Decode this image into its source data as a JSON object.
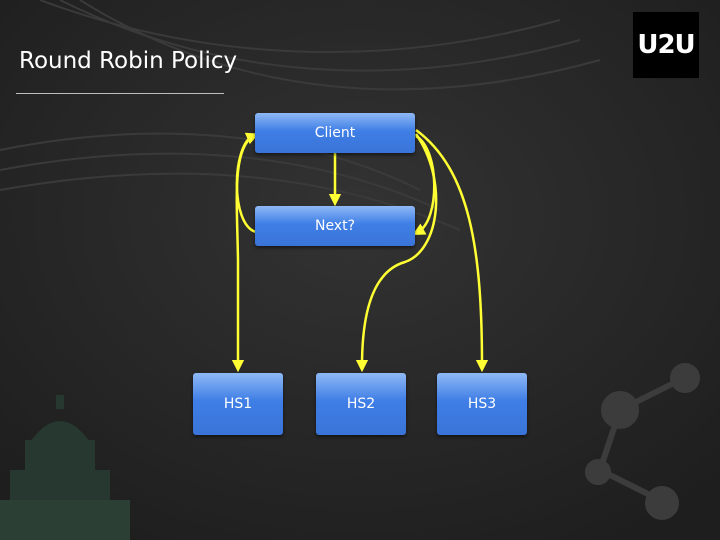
{
  "slide": {
    "title": "Round Robin Policy",
    "logo_text": "U2U"
  },
  "diagram": {
    "nodes": {
      "client": "Client",
      "next": "Next?",
      "hs1": "HS1",
      "hs2": "HS2",
      "hs3": "HS3"
    },
    "arrow_color": "#ffff33",
    "node_color": "#4a86e8",
    "background_color": "#262626"
  }
}
